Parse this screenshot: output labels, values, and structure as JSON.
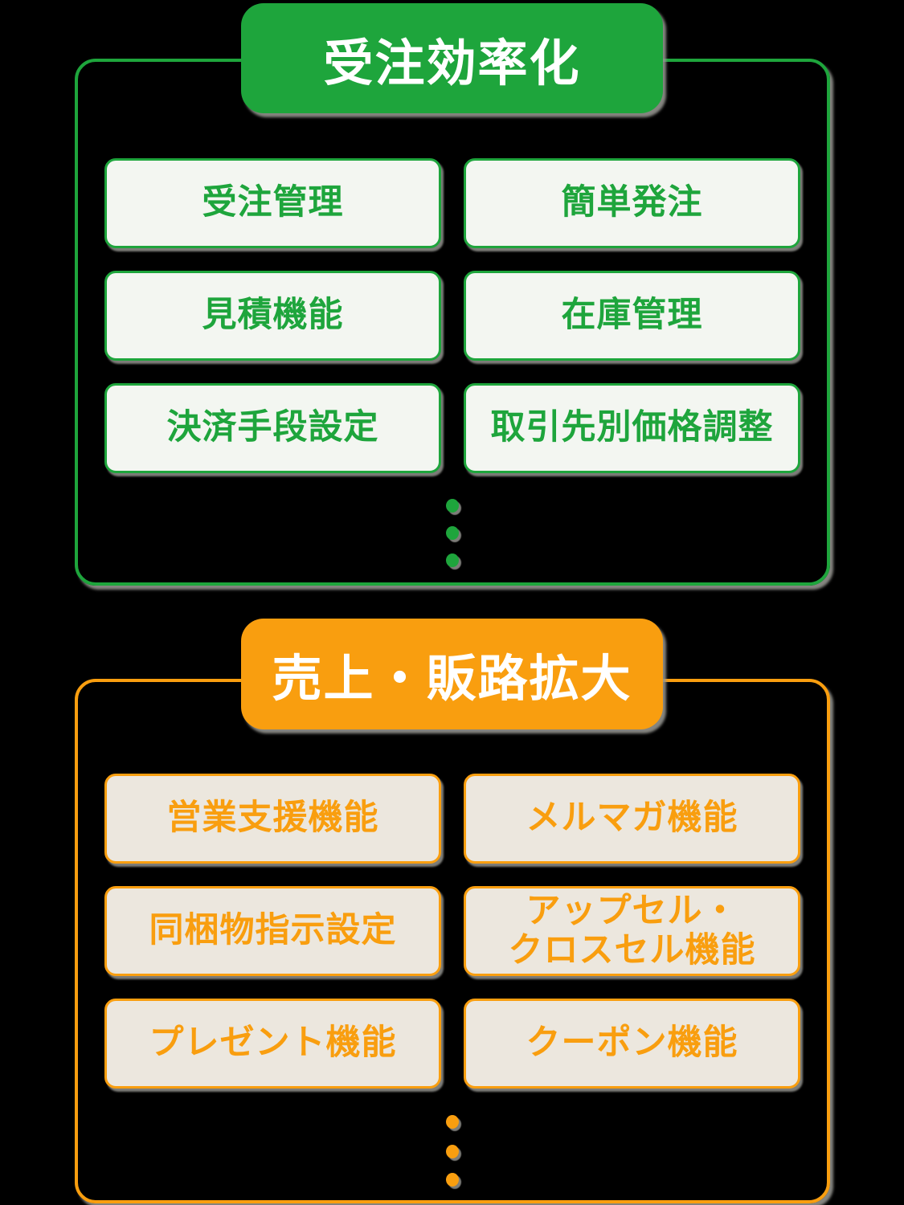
{
  "page": {
    "background_color": "#000000",
    "header_text_color": "#ffffff",
    "shadow_color": "#93938e"
  },
  "sections": [
    {
      "id": "order-efficiency",
      "title": "受注効率化",
      "accent": "#1ea53c",
      "box_bg": "#f3f6f1",
      "ellipsis_dots": 3,
      "items": [
        "受注管理",
        "簡単発注",
        "見積機能",
        "在庫管理",
        "決済手段設定",
        "取引先別価格調整"
      ]
    },
    {
      "id": "sales-expansion",
      "title": "売上・販路拡大",
      "accent": "#f99e0f",
      "box_bg": "#ece7de",
      "ellipsis_dots": 3,
      "items": [
        "営業支援機能",
        "メルマガ機能",
        "同梱物指示設定",
        "アップセル・\nクロスセル機能",
        "プレゼント機能",
        "クーポン機能"
      ]
    }
  ]
}
